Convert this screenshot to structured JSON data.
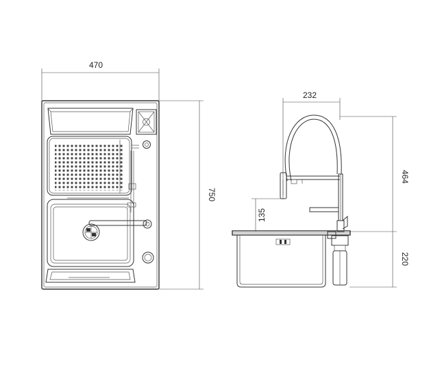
{
  "top_view": {
    "width_label": "470",
    "height_label": "750"
  },
  "side_view": {
    "faucet_reach_label": "232",
    "faucet_height_label": "464",
    "spout_clearance_label": "135",
    "bowl_depth_label": "220"
  },
  "colors": {
    "line": "#333333",
    "background": "#ffffff"
  }
}
